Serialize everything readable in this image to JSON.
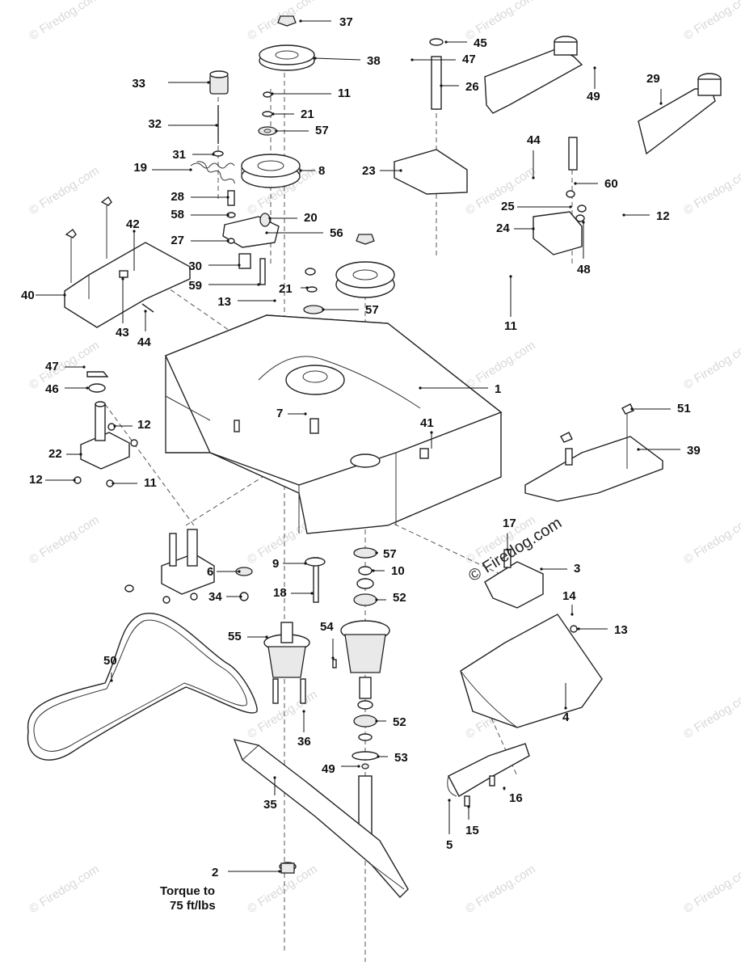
{
  "diagram": {
    "callouts": [
      "1",
      "2",
      "3",
      "4",
      "5",
      "6",
      "7",
      "8",
      "9",
      "10",
      "11",
      "12",
      "13",
      "14",
      "15",
      "16",
      "17",
      "18",
      "19",
      "20",
      "21",
      "22",
      "23",
      "24",
      "25",
      "26",
      "27",
      "28",
      "29",
      "30",
      "31",
      "32",
      "33",
      "34",
      "35",
      "36",
      "37",
      "38",
      "39",
      "40",
      "41",
      "42",
      "43",
      "44",
      "45",
      "46",
      "47",
      "48",
      "49",
      "50",
      "51",
      "52",
      "53",
      "54",
      "55",
      "56",
      "57",
      "58",
      "59",
      "60"
    ],
    "torque_note": {
      "line1": "Torque to",
      "line2": "75 ft/lbs"
    },
    "watermark": {
      "tile_text": "© Firedog.com",
      "center_text": "© Firedog.com"
    }
  }
}
